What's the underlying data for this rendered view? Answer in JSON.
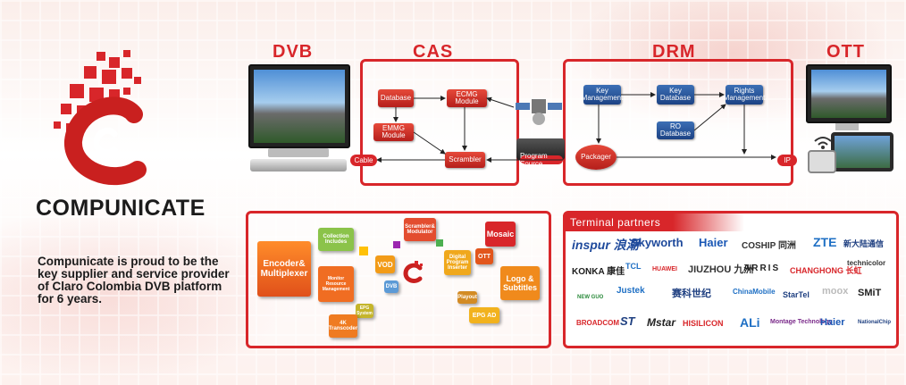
{
  "brand": {
    "name": "COMPUNICATE",
    "tagline": "Compunicate is proud to be the key supplier and service provider of Claro Colombia DVB platform for 6 years."
  },
  "sections": {
    "dvb": "DVB",
    "cas": "CAS",
    "drm": "DRM",
    "ott": "OTT"
  },
  "cas_nodes": {
    "database": "Database",
    "ecmg": "ECMG Module",
    "emmg": "EMMG Module",
    "scrambler": "Scrambler"
  },
  "drm_nodes": {
    "key_management": "Key Management",
    "key_database": "Key Database",
    "rights_management": "Rights Management",
    "ro_database": "RO Database",
    "packager": "Packager"
  },
  "middle": {
    "program_source": "Program Source"
  },
  "links": {
    "cable": "Cable",
    "ip": "IP"
  },
  "products": {
    "tiles": {
      "encoder": "Encoder& Multiplexer",
      "collection": "Collection Includes",
      "scrambler_mod": "Scrambler& Modulator",
      "mosaic": "Mosaic",
      "vod": "VOD",
      "digital_program": "Digital Program Inserter",
      "ott": "OTT",
      "logo_subtitles": "Logo & Subtitles",
      "monitor_mgmt": "Monitor Resource Management",
      "dvb": "DVB",
      "epg_system": "EPG System",
      "playout": "Playout",
      "epg_ad": "EPG AD",
      "transcoder": "4K Transcoder"
    }
  },
  "partners": {
    "title": "Terminal partners",
    "logos": [
      "inspur 浪潮",
      "Skyworth",
      "Haier",
      "COSHIP 同洲",
      "ZTE",
      "新大陆通信",
      "KONKA 康佳",
      "TCL",
      "HUAWEI",
      "JIUZHOU 九洲",
      "ARRIS",
      "CHANGHONG 长虹",
      "technicolor",
      "NEW GUO",
      "Justek",
      "赛科世纪",
      "ChinaMobile",
      "StarTel",
      "moox",
      "SMiT",
      "BROADCOM",
      "ST",
      "Mstar",
      "HISILICON",
      "ALi",
      "Montage Technology",
      "Haier",
      "NationalChip"
    ]
  },
  "colors": {
    "accent": "#d8262a",
    "node_blue": "#1c4284"
  }
}
